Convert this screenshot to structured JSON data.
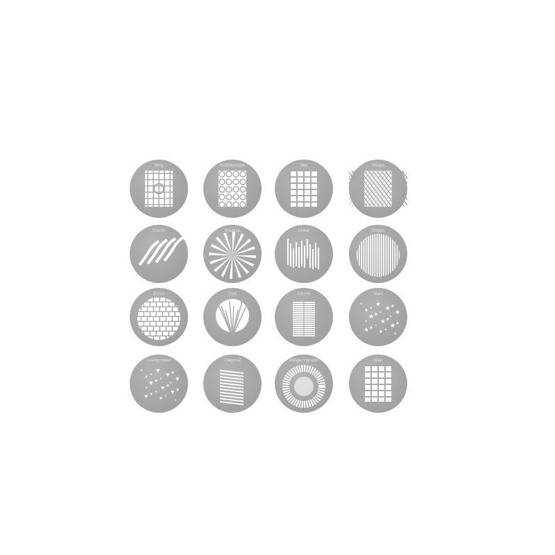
{
  "gobos": [
    {
      "label": "Ming",
      "pattern": "lattice"
    },
    {
      "label": "Kaleidoscope",
      "pattern": "swirls"
    },
    {
      "label": "Wei",
      "pattern": "blocks"
    },
    {
      "label": "Weave",
      "pattern": "weave"
    },
    {
      "label": "Cracks",
      "pattern": "cracks"
    },
    {
      "label": "Breakup",
      "pattern": "burst"
    },
    {
      "label": "Linear",
      "pattern": "bars"
    },
    {
      "label": "Stripes",
      "pattern": "stripes"
    },
    {
      "label": "Bricks",
      "pattern": "bricks"
    },
    {
      "label": "Tree",
      "pattern": "tree"
    },
    {
      "label": "Louvre",
      "pattern": "louvre"
    },
    {
      "label": "Stars",
      "pattern": "stars"
    },
    {
      "label": "Loving Heart",
      "pattern": "hearts"
    },
    {
      "label": "Diagonal",
      "pattern": "diagonal"
    },
    {
      "label": "Jungle Vignette",
      "pattern": "jungle"
    },
    {
      "label": "Wan",
      "pattern": "blocks"
    }
  ]
}
